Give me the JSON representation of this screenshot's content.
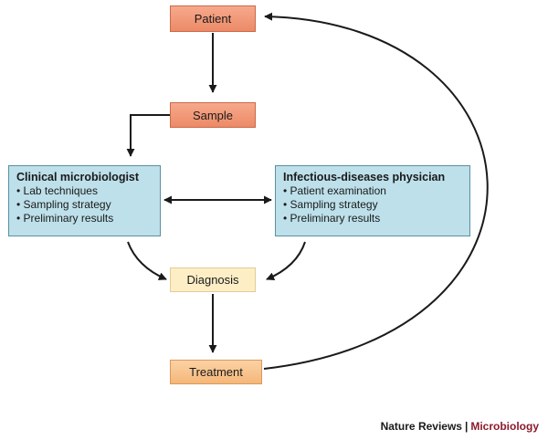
{
  "nodes": {
    "patient": "Patient",
    "sample": "Sample",
    "diagnosis": "Diagnosis",
    "treatment": "Treatment"
  },
  "roles": {
    "microbiologist": {
      "title": "Clinical microbiologist",
      "items": [
        "Lab techniques",
        "Sampling strategy",
        "Preliminary results"
      ]
    },
    "physician": {
      "title": "Infectious-diseases physician",
      "items": [
        "Patient examination",
        "Sampling strategy",
        "Preliminary results"
      ]
    }
  },
  "credit": {
    "journal": "Nature Reviews",
    "separator": "|",
    "subject": "Microbiology"
  },
  "colors": {
    "orange_box": "#ec8a67",
    "role_box": "#bde0ea",
    "diagnosis_box": "#fdeec6",
    "treatment_box": "#f5b77a",
    "subject_text": "#8b1a2b"
  }
}
